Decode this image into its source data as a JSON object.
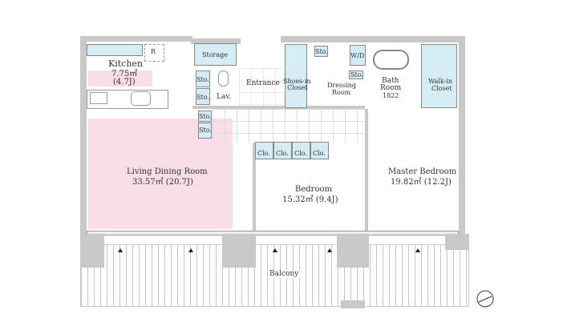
{
  "rooms": {
    "kitchen": {
      "name": "Kitchen",
      "area": "7.75㎡",
      "jo": "(4.7J)"
    },
    "fridge": "R",
    "storage": "Storage",
    "sto": "Sto.",
    "lav": "Lav.",
    "entrance": "Entrance",
    "shoes": {
      "l1": "Shoes-in",
      "l2": "Closet"
    },
    "wd": "W/D",
    "dressing": {
      "l1": "Dressing",
      "l2": "Room"
    },
    "bath": {
      "l1": "Bath",
      "l2": "Room",
      "l3": "1822"
    },
    "walkin": {
      "l1": "Walk-in",
      "l2": "Closet"
    },
    "clo": "Clo.",
    "living": {
      "name": "Living Dining Room",
      "area": "33.57㎡ (20.7J)"
    },
    "bedroom": {
      "name": "Bedroom",
      "area": "15.32㎡ (9.4J)"
    },
    "master": {
      "name": "Master Bedroom",
      "area": "19.82㎡ (12.2J)"
    },
    "balcony": "Balcony"
  },
  "icons": [
    "compass-icon",
    "window-marker-icon"
  ]
}
